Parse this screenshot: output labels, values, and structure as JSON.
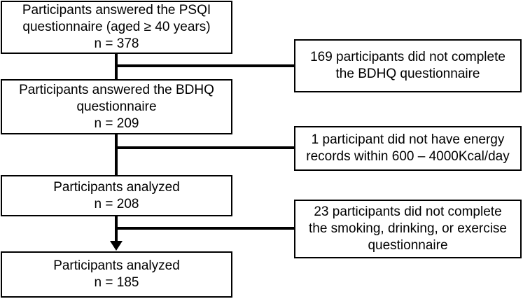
{
  "flow": {
    "box1": {
      "line1": "Participants answered the PSQI",
      "line2": "questionnaire (aged ≥ 40 years)",
      "line3": "n = 378"
    },
    "box2": {
      "line1": "Participants answered the BDHQ",
      "line2": "questionnaire",
      "line3": "n = 209"
    },
    "box3": {
      "line1": "Participants analyzed",
      "line2": "n = 208"
    },
    "box4": {
      "line1": "Participants analyzed",
      "line2": "n = 185"
    }
  },
  "exclusions": {
    "ex1": {
      "line1": "169 participants did not complete",
      "line2": "the BDHQ questionnaire"
    },
    "ex2": {
      "line1": "1 participant did not have energy",
      "line2": "records within 600 – 4000Kcal/day"
    },
    "ex3": {
      "line1": "23 participants did not complete",
      "line2": "the smoking, drinking, or exercise",
      "line3": "questionnaire"
    }
  }
}
